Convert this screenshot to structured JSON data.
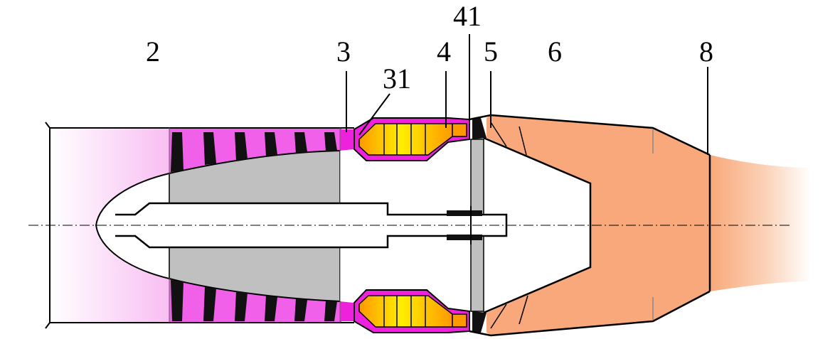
{
  "diagram": {
    "title": "",
    "station_labels": [
      "2",
      "3",
      "31",
      "4",
      "41",
      "5",
      "6",
      "8"
    ],
    "colors": {
      "inlet": "#ee22dd",
      "compressor_fill": "#f060e8",
      "shaft_cone": "#c0c0c0",
      "combustor_outline": "#cc2299",
      "combustor_hot": "#ffee00",
      "combustor_warm": "#ff9900",
      "exhaust": "#f8a87a",
      "blade": "#111111",
      "line": "#000000"
    },
    "components": [
      "inlet",
      "compressor",
      "combustor",
      "turbine",
      "nozzle",
      "exhaust-plume",
      "shaft",
      "centerline"
    ]
  }
}
